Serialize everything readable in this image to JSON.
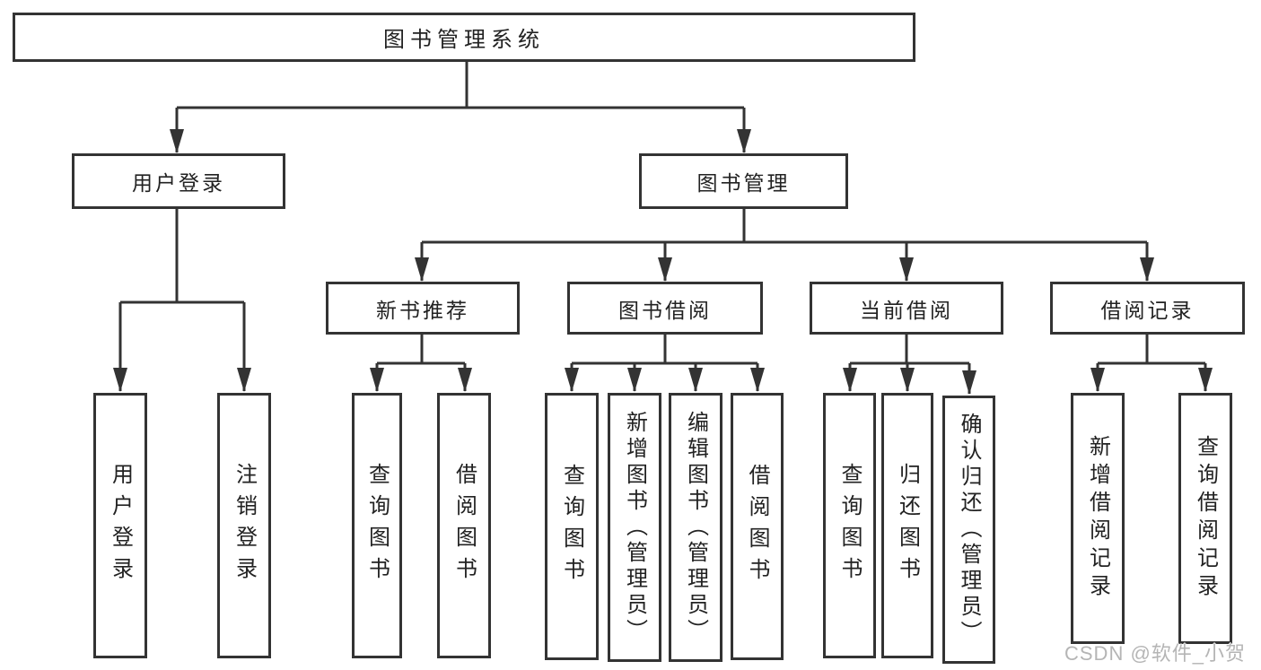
{
  "diagram": {
    "root": "图书管理系统",
    "branches": {
      "user_login": {
        "label": "用户登录",
        "children": [
          "用户登录",
          "注销登录"
        ]
      },
      "book_mgmt": {
        "label": "图书管理",
        "groups": {
          "new_book": {
            "label": "新书推荐",
            "children": [
              "查询图书",
              "借阅图书"
            ]
          },
          "borrow": {
            "label": "图书借阅",
            "children": [
              "查询图书",
              "新增图书（管理员）",
              "编辑图书（管理员）",
              "借阅图书"
            ]
          },
          "current": {
            "label": "当前借阅",
            "children": [
              "查询图书",
              "归还图书",
              "确认归还（管理员）"
            ]
          },
          "records": {
            "label": "借阅记录",
            "children": [
              "新增借阅记录",
              "查询借阅记录"
            ]
          }
        }
      }
    }
  },
  "watermark": "CSDN @软件_小贺同学",
  "colors": {
    "line": "#333333",
    "box_border": "#333333",
    "text": "#222222",
    "watermark": "#b5b5b5",
    "background": "#ffffff"
  }
}
